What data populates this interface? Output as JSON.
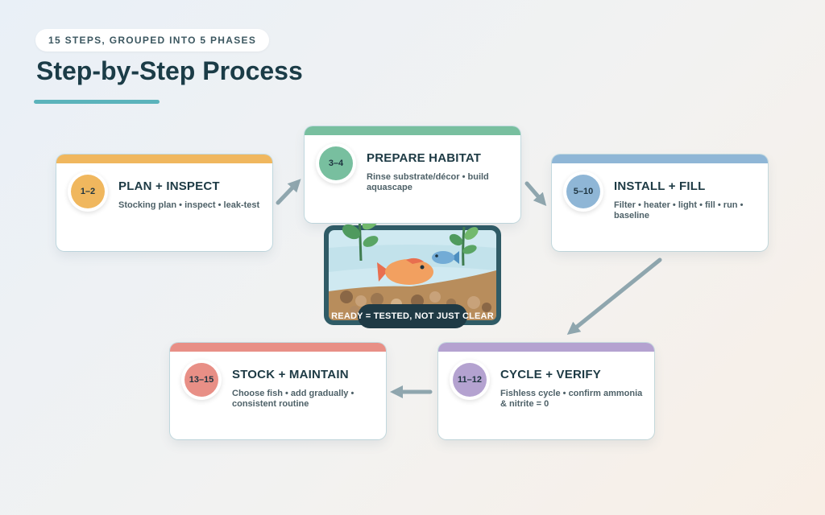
{
  "header": {
    "eyebrow": "15 STEPS, GROUPED INTO 5 PHASES",
    "title": "Step-by-Step Process"
  },
  "phases": [
    {
      "steps": "1–2",
      "title": "PLAN + INSPECT",
      "description": "Stocking plan • inspect • leak-test",
      "accent": "#f0b75e"
    },
    {
      "steps": "3–4",
      "title": "PREPARE HABITAT",
      "description": "Rinse substrate/décor • build aquascape",
      "accent": "#78bf9f"
    },
    {
      "steps": "5–10",
      "title": "INSTALL + FILL",
      "description": "Filter • heater • light • fill • run • baseline",
      "accent": "#8fb6d6"
    },
    {
      "steps": "11–12",
      "title": "CYCLE + VERIFY",
      "description": "Fishless cycle • confirm ammonia & nitrite = 0",
      "accent": "#b4a2d0"
    },
    {
      "steps": "13–15",
      "title": "STOCK + MAINTAIN",
      "description": "Choose fish • add gradually • consistent routine",
      "accent": "#e88f86"
    }
  ],
  "illustration": {
    "caption": "READY = TESTED, NOT JUST CLEAR"
  },
  "colors": {
    "title_underline": "#5bb3bb",
    "arrow": "#8fa6ae",
    "tank_frame": "#2f5b66"
  }
}
